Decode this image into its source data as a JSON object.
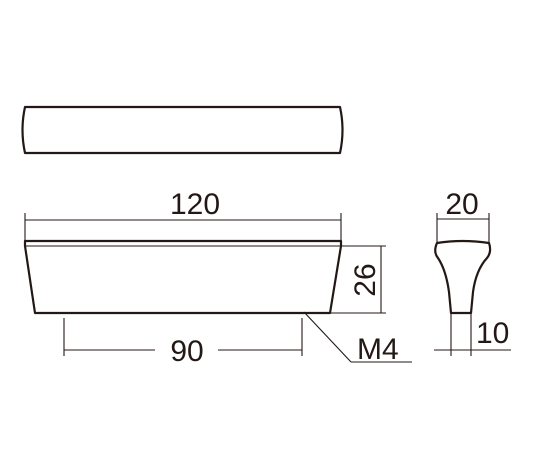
{
  "dimensions": {
    "overall_length": "120",
    "hole_spacing": "90",
    "height": "26",
    "top_width": "20",
    "bottom_width": "10",
    "thread": "M4"
  },
  "colors": {
    "line": "#231815",
    "background": "#ffffff"
  }
}
